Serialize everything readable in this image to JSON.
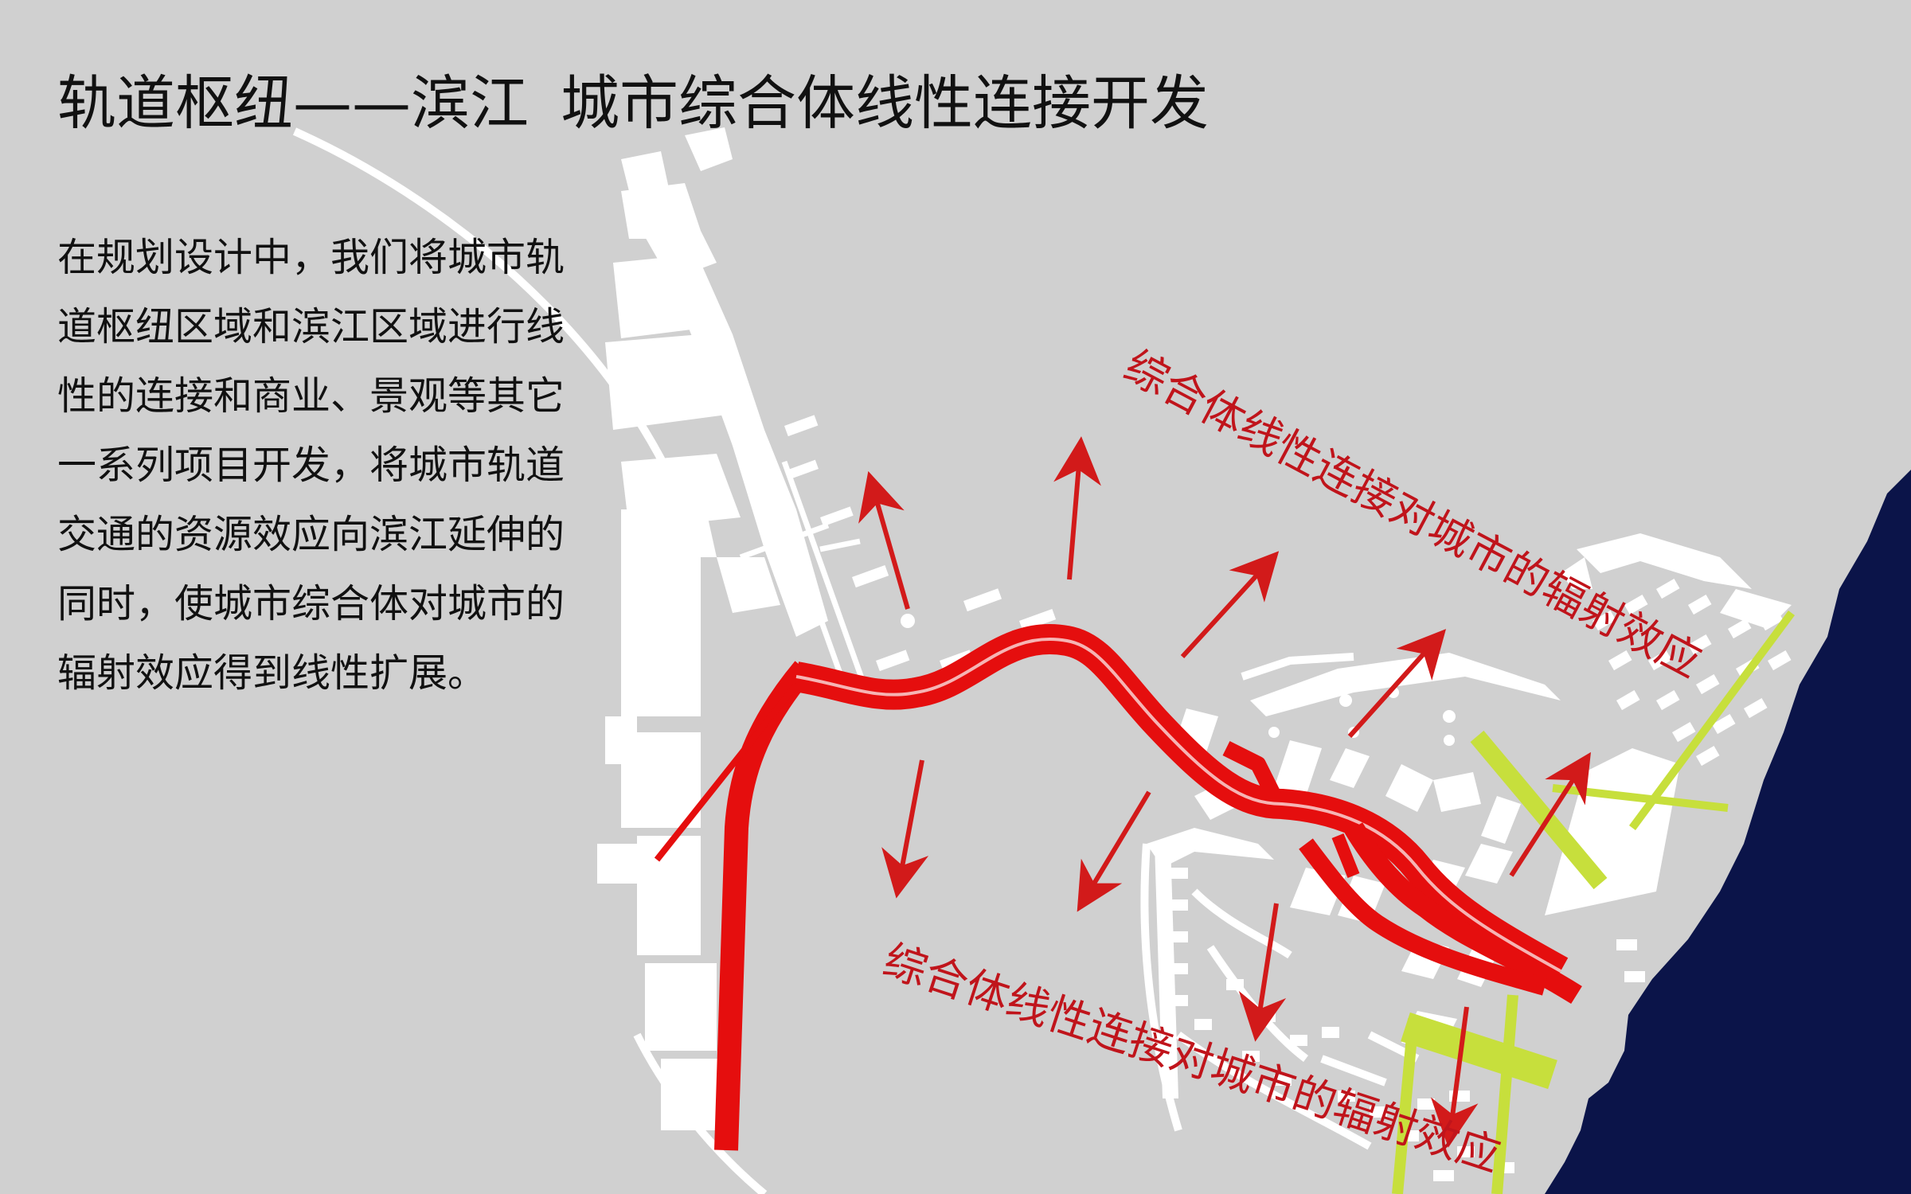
{
  "slide": {
    "title_part1": "轨道枢纽——滨江",
    "title_part2": "城市综合体线性连接开发",
    "body_lines": [
      "在规划设计中，我们将城市轨",
      "道枢纽区域和滨江区域进行线",
      "性的连接和商业、景观等其它",
      "一系列项目开发，将城市轨道",
      "交通的资源效应向滨江延伸的",
      "同时，使城市综合体对城市的",
      "辐射效应得到线性扩展。"
    ]
  },
  "map": {
    "label_upper": "综合体线性连接对城市的辐射效应",
    "label_lower": "综合体线性连接对城市的辐射效应"
  },
  "colors": {
    "background": "#d0d0d0",
    "river": "#0b1449",
    "corridor": "#e50e0e",
    "arrow": "#d21a1a",
    "buildings": "#ffffff",
    "green_axis": "#c7df3c",
    "label_text": "#c0141b"
  }
}
